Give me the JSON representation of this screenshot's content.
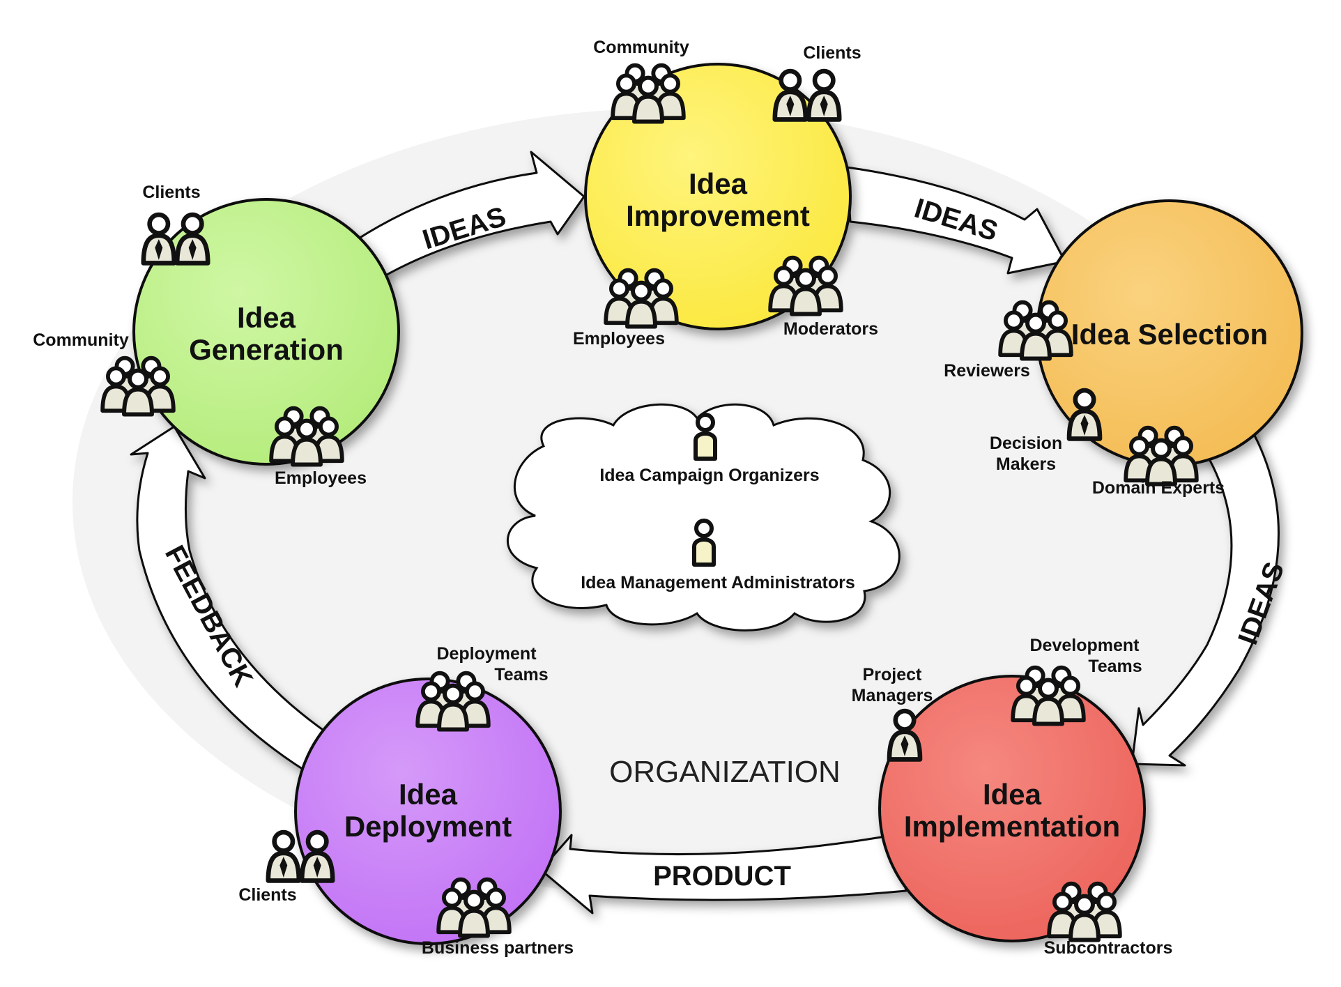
{
  "diagram": {
    "center_label": "ORGANIZATION",
    "colors": {
      "background_ellipse": "#f3f3f3",
      "generation": "#bdf286",
      "improvement": "#fdee4f",
      "selection": "#f7c561",
      "implementation": "#f07068",
      "deployment": "#c77ef7",
      "arrow_fill": "#ffffff",
      "outline": "#111111"
    },
    "stages": {
      "generation": {
        "title_lines": [
          "Idea",
          "Generation"
        ]
      },
      "improvement": {
        "title_lines": [
          "Idea",
          "Improvement"
        ]
      },
      "selection": {
        "title_lines": [
          "Idea Selection"
        ]
      },
      "implementation": {
        "title_lines": [
          "Idea",
          "Implementation"
        ]
      },
      "deployment": {
        "title_lines": [
          "Idea",
          "Deployment"
        ]
      }
    },
    "flows": {
      "gen_to_imp": "IDEAS",
      "imp_to_sel": "IDEAS",
      "sel_to_impl": "IDEAS",
      "impl_to_dep": "PRODUCT",
      "dep_to_gen": "FEEDBACK"
    },
    "actors": {
      "gen_clients": "Clients",
      "gen_community": "Community",
      "gen_employees": "Employees",
      "imp_community": "Community",
      "imp_clients": "Clients",
      "imp_employees": "Employees",
      "imp_moderators": "Moderators",
      "sel_reviewers": "Reviewers",
      "sel_decision_1": "Decision",
      "sel_decision_2": "Makers",
      "sel_domain": "Domain Experts",
      "impl_pm_1": "Project",
      "impl_pm_2": "Managers",
      "impl_dev_1": "Development",
      "impl_dev_2": "Teams",
      "impl_sub": "Subcontractors",
      "dep_teams_1": "Deployment",
      "dep_teams_2": "Teams",
      "dep_clients": "Clients",
      "dep_partners": "Business partners"
    },
    "cloud": {
      "organizers": "Idea Campaign Organizers",
      "administrators": "Idea Management Administrators"
    },
    "icons": [
      "group-icon",
      "pair-icon",
      "person-icon"
    ]
  }
}
